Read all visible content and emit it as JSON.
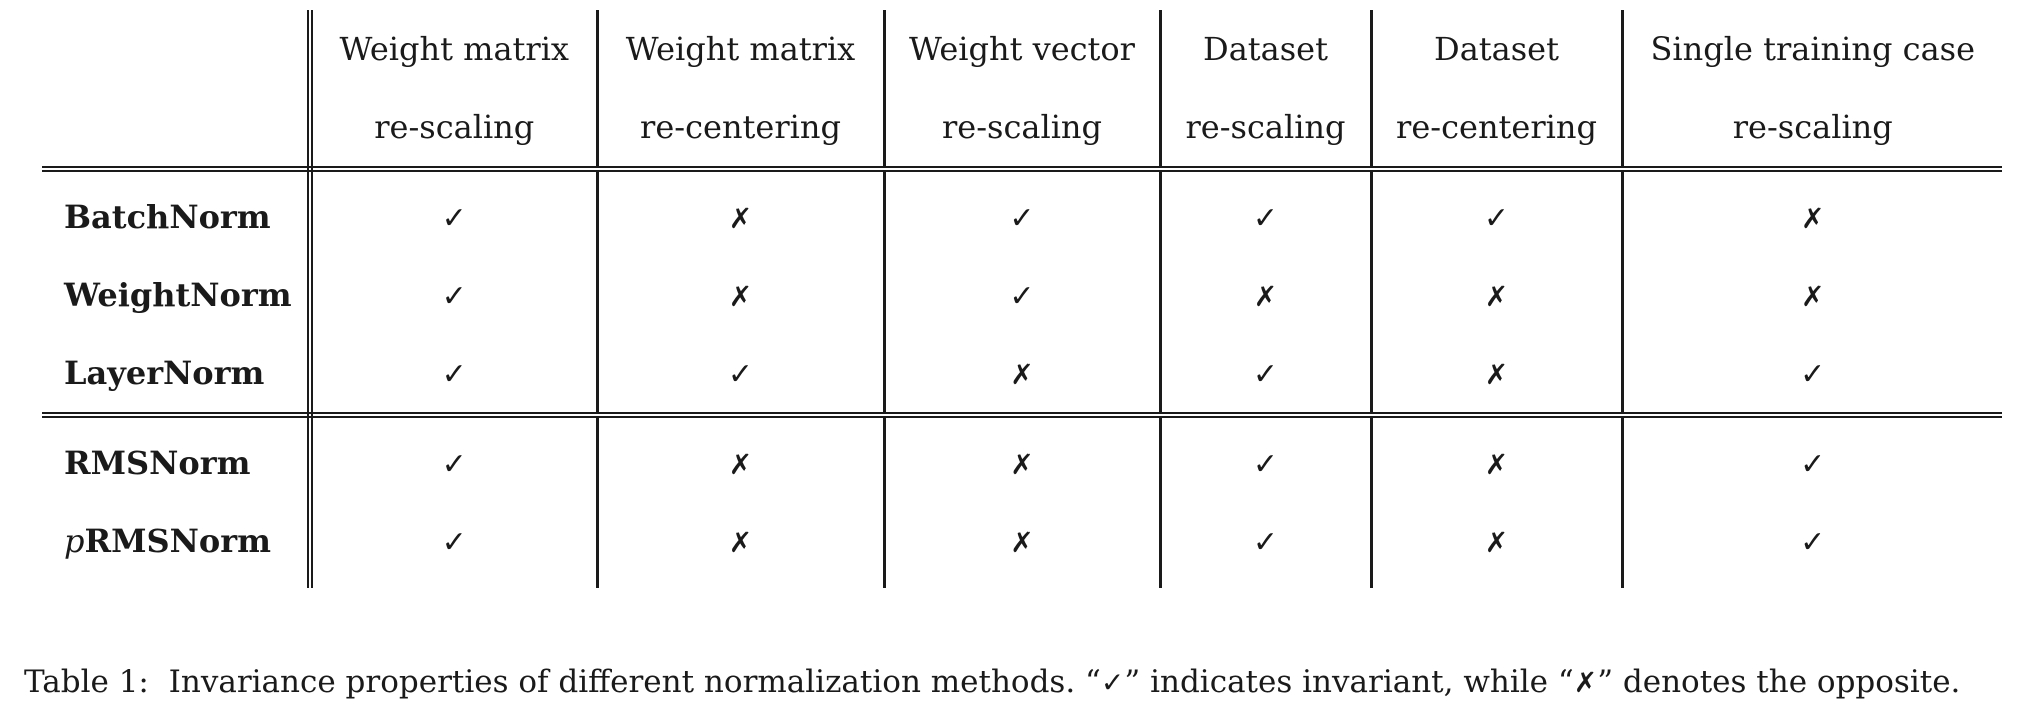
{
  "table": {
    "columns": [
      {
        "line1": "Weight matrix",
        "line2": "re-scaling"
      },
      {
        "line1": "Weight matrix",
        "line2": "re-centering"
      },
      {
        "line1": "Weight vector",
        "line2": "re-scaling"
      },
      {
        "line1": "Dataset",
        "line2": "re-scaling"
      },
      {
        "line1": "Dataset",
        "line2": "re-centering"
      },
      {
        "line1": "Single training case",
        "line2": "re-scaling"
      }
    ],
    "rows": [
      {
        "prefix": "",
        "name": "BatchNorm",
        "cells": [
          "✓",
          "✗",
          "✓",
          "✓",
          "✓",
          "✗"
        ]
      },
      {
        "prefix": "",
        "name": "WeightNorm",
        "cells": [
          "✓",
          "✗",
          "✓",
          "✗",
          "✗",
          "✗"
        ]
      },
      {
        "prefix": "",
        "name": "LayerNorm",
        "cells": [
          "✓",
          "✓",
          "✗",
          "✓",
          "✗",
          "✓"
        ]
      },
      {
        "prefix": "",
        "name": "RMSNorm",
        "cells": [
          "✓",
          "✗",
          "✗",
          "✓",
          "✗",
          "✓"
        ]
      },
      {
        "prefix": "p",
        "name": "RMSNorm",
        "cells": [
          "✓",
          "✗",
          "✗",
          "✓",
          "✗",
          "✓"
        ]
      }
    ]
  },
  "caption": {
    "label": "Table 1:",
    "text_before": "Invariance properties of different normalization methods. “",
    "check": "✓",
    "text_middle": "” indicates invariant, while “",
    "cross": "✗",
    "text_after": "” denotes the opposite."
  }
}
